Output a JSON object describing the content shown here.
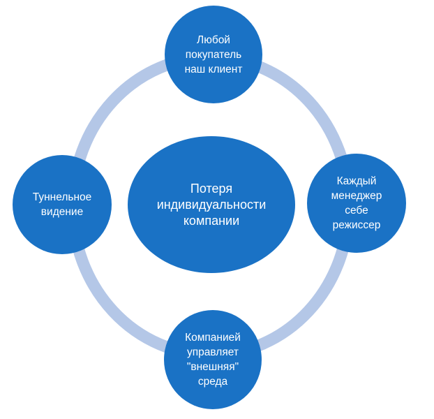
{
  "diagram": {
    "colors": {
      "ring": "#b4c7e7",
      "node_fill": "#1a72c5",
      "node_text": "#ffffff"
    },
    "center": {
      "text": "Потеря\nиндивидуальности\nкомпании"
    },
    "nodes": {
      "top": "Любой\nпокупатель\nнаш клиент",
      "right": "Каждый\nменеджер\nсебе\nрежиссер",
      "bottom": "Компанией\nуправляет\n\"внешняя\"\nсреда",
      "left": "Туннельное\nвидение"
    }
  }
}
